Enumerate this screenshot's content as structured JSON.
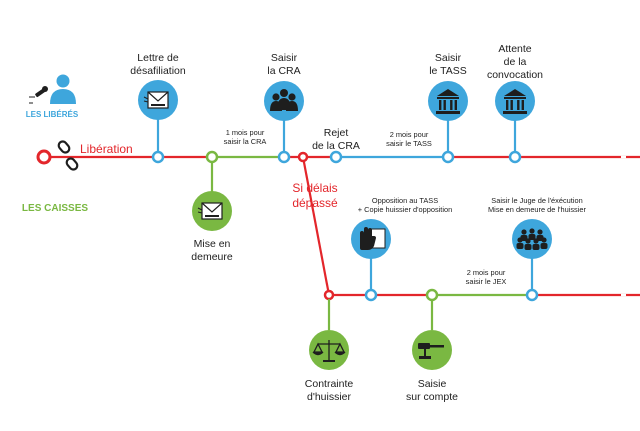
{
  "title_side": {
    "liberes_label": "LES LIBÉRÉS",
    "caisses_label": "LES CAISSES"
  },
  "labels": {
    "liberation": "Libération",
    "lettre_desaffiliation": [
      "Lettre de",
      "désafiliation"
    ],
    "saisir_cra": [
      "Saisir",
      "la CRA"
    ],
    "saisir_tass": [
      "Saisir",
      "le TASS"
    ],
    "attente_convocation": [
      "Attente",
      "de la",
      "convocation"
    ],
    "mois_cra": [
      "1 mois pour",
      "saisir la CRA"
    ],
    "rejet_cra": [
      "Rejet",
      "de la CRA"
    ],
    "mois_tass": [
      "2 mois pour",
      "saisir le TASS"
    ],
    "si_delais": [
      "Si délais",
      "dépassé"
    ],
    "mise_en_demeure": [
      "Mise en",
      "demeure"
    ],
    "opposition_tass": [
      "Opposition au TASS",
      "+ Copie huissier d'opposition"
    ],
    "saisir_jex": [
      "Saisir le Juge de l'éxécution",
      "Mise en demeure de l'huissier"
    ],
    "mois_jex": [
      "2 mois pour",
      "saisir le JEX"
    ],
    "contrainte": [
      "Contrainte",
      "d'huissier"
    ],
    "saisie": [
      "Saisie",
      "sur compte"
    ]
  },
  "colors": {
    "red": "#e3262b",
    "blue": "#3ea6dc",
    "green": "#7ab842",
    "dark": "#1e1e1e"
  },
  "icons": {
    "liberes": "person-icon",
    "microphone": "microphone-icon",
    "broken_chain": "broken-chain-icon",
    "letter": "envelope-icon",
    "cra": "group-icon",
    "tass": "courthouse-icon",
    "convocation": "courthouse-icon",
    "mise_demeure": "envelope-icon",
    "opposition": "hand-stop-icon",
    "jex": "crowd-icon",
    "contrainte": "scales-icon",
    "saisie": "gavel-icon"
  }
}
